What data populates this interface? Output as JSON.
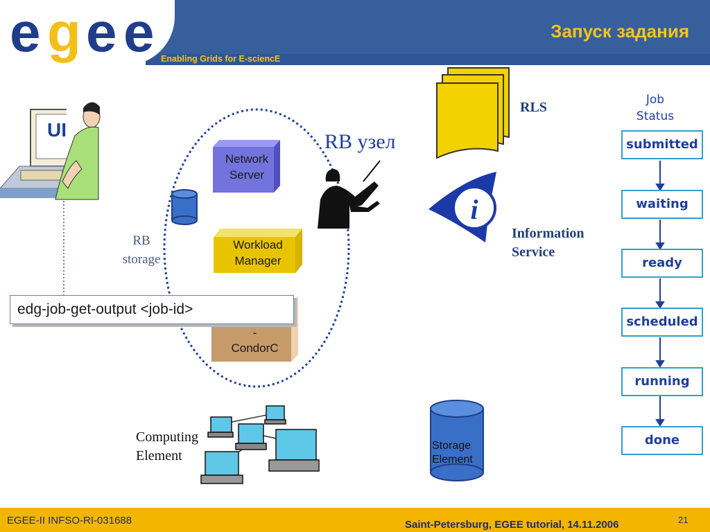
{
  "header": {
    "logo": "egee",
    "tagline": "Enabling Grids for E-sciencE",
    "title": "Запуск задания"
  },
  "diagram": {
    "ui_label": "UI",
    "rb_node_label": "RB узел",
    "rb_storage_label": [
      "RB",
      "storage"
    ],
    "network_server_label": [
      "Network",
      "Server"
    ],
    "workload_manager_label": [
      "Workload",
      "Manager"
    ],
    "condorc_label": [
      "-",
      "CondorC"
    ],
    "command_text": "edg-job-get-output <job-id>",
    "rls_label": "RLS",
    "information_service_label": [
      "Information",
      "Service"
    ],
    "computing_element_label": [
      "Computing",
      "Element"
    ],
    "storage_element_label": [
      "Storage",
      "Element"
    ],
    "job_status_title": [
      "Job",
      "Status"
    ],
    "statuses": [
      "submitted",
      "waiting",
      "ready",
      "scheduled",
      "running",
      "done"
    ]
  },
  "colors": {
    "header_blue": "#365f9c",
    "accent_yellow": "#f5c518",
    "status_border": "#2fa0c7",
    "status_text": "#1f3f9a",
    "box_purple": "#6f6fd6",
    "box_yellow": "#e8c400",
    "box_tan": "#c79a6a",
    "footer": "#f3b500"
  },
  "footer": {
    "left": "EGEE-II INFSO-RI-031688",
    "right": "Saint-Petersburg, EGEE tutorial, 14.11.2006",
    "page": "21"
  }
}
